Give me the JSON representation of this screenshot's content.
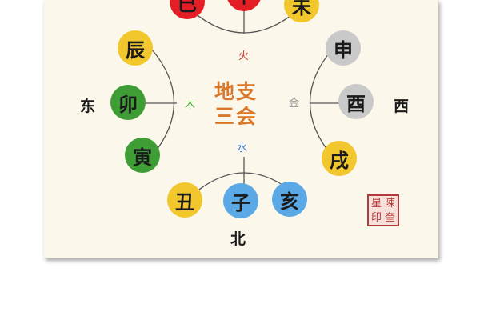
{
  "title": {
    "line1": "地支",
    "line2": "三会"
  },
  "directions": {
    "east": "东",
    "west": "西",
    "north": "北"
  },
  "elements": {
    "fire": "火",
    "wood": "木",
    "metal": "金",
    "water": "水"
  },
  "branches": {
    "si": "巳",
    "wu": "午",
    "wei": "未",
    "chen": "辰",
    "mao": "卯",
    "yin": "寅",
    "shen": "申",
    "you": "酉",
    "xu": "戌",
    "chou": "丑",
    "zi": "子",
    "hai": "亥"
  },
  "seal": {
    "chars": [
      "陳",
      "星",
      "奎",
      "印"
    ]
  },
  "colors": {
    "fire": "#e31e24",
    "earth": "#f2c72e",
    "wood": "#3f9d35",
    "metal": "#c9c9c9",
    "water": "#5aa9e6",
    "title": "#d9772b",
    "seal": "#b33a3a"
  }
}
